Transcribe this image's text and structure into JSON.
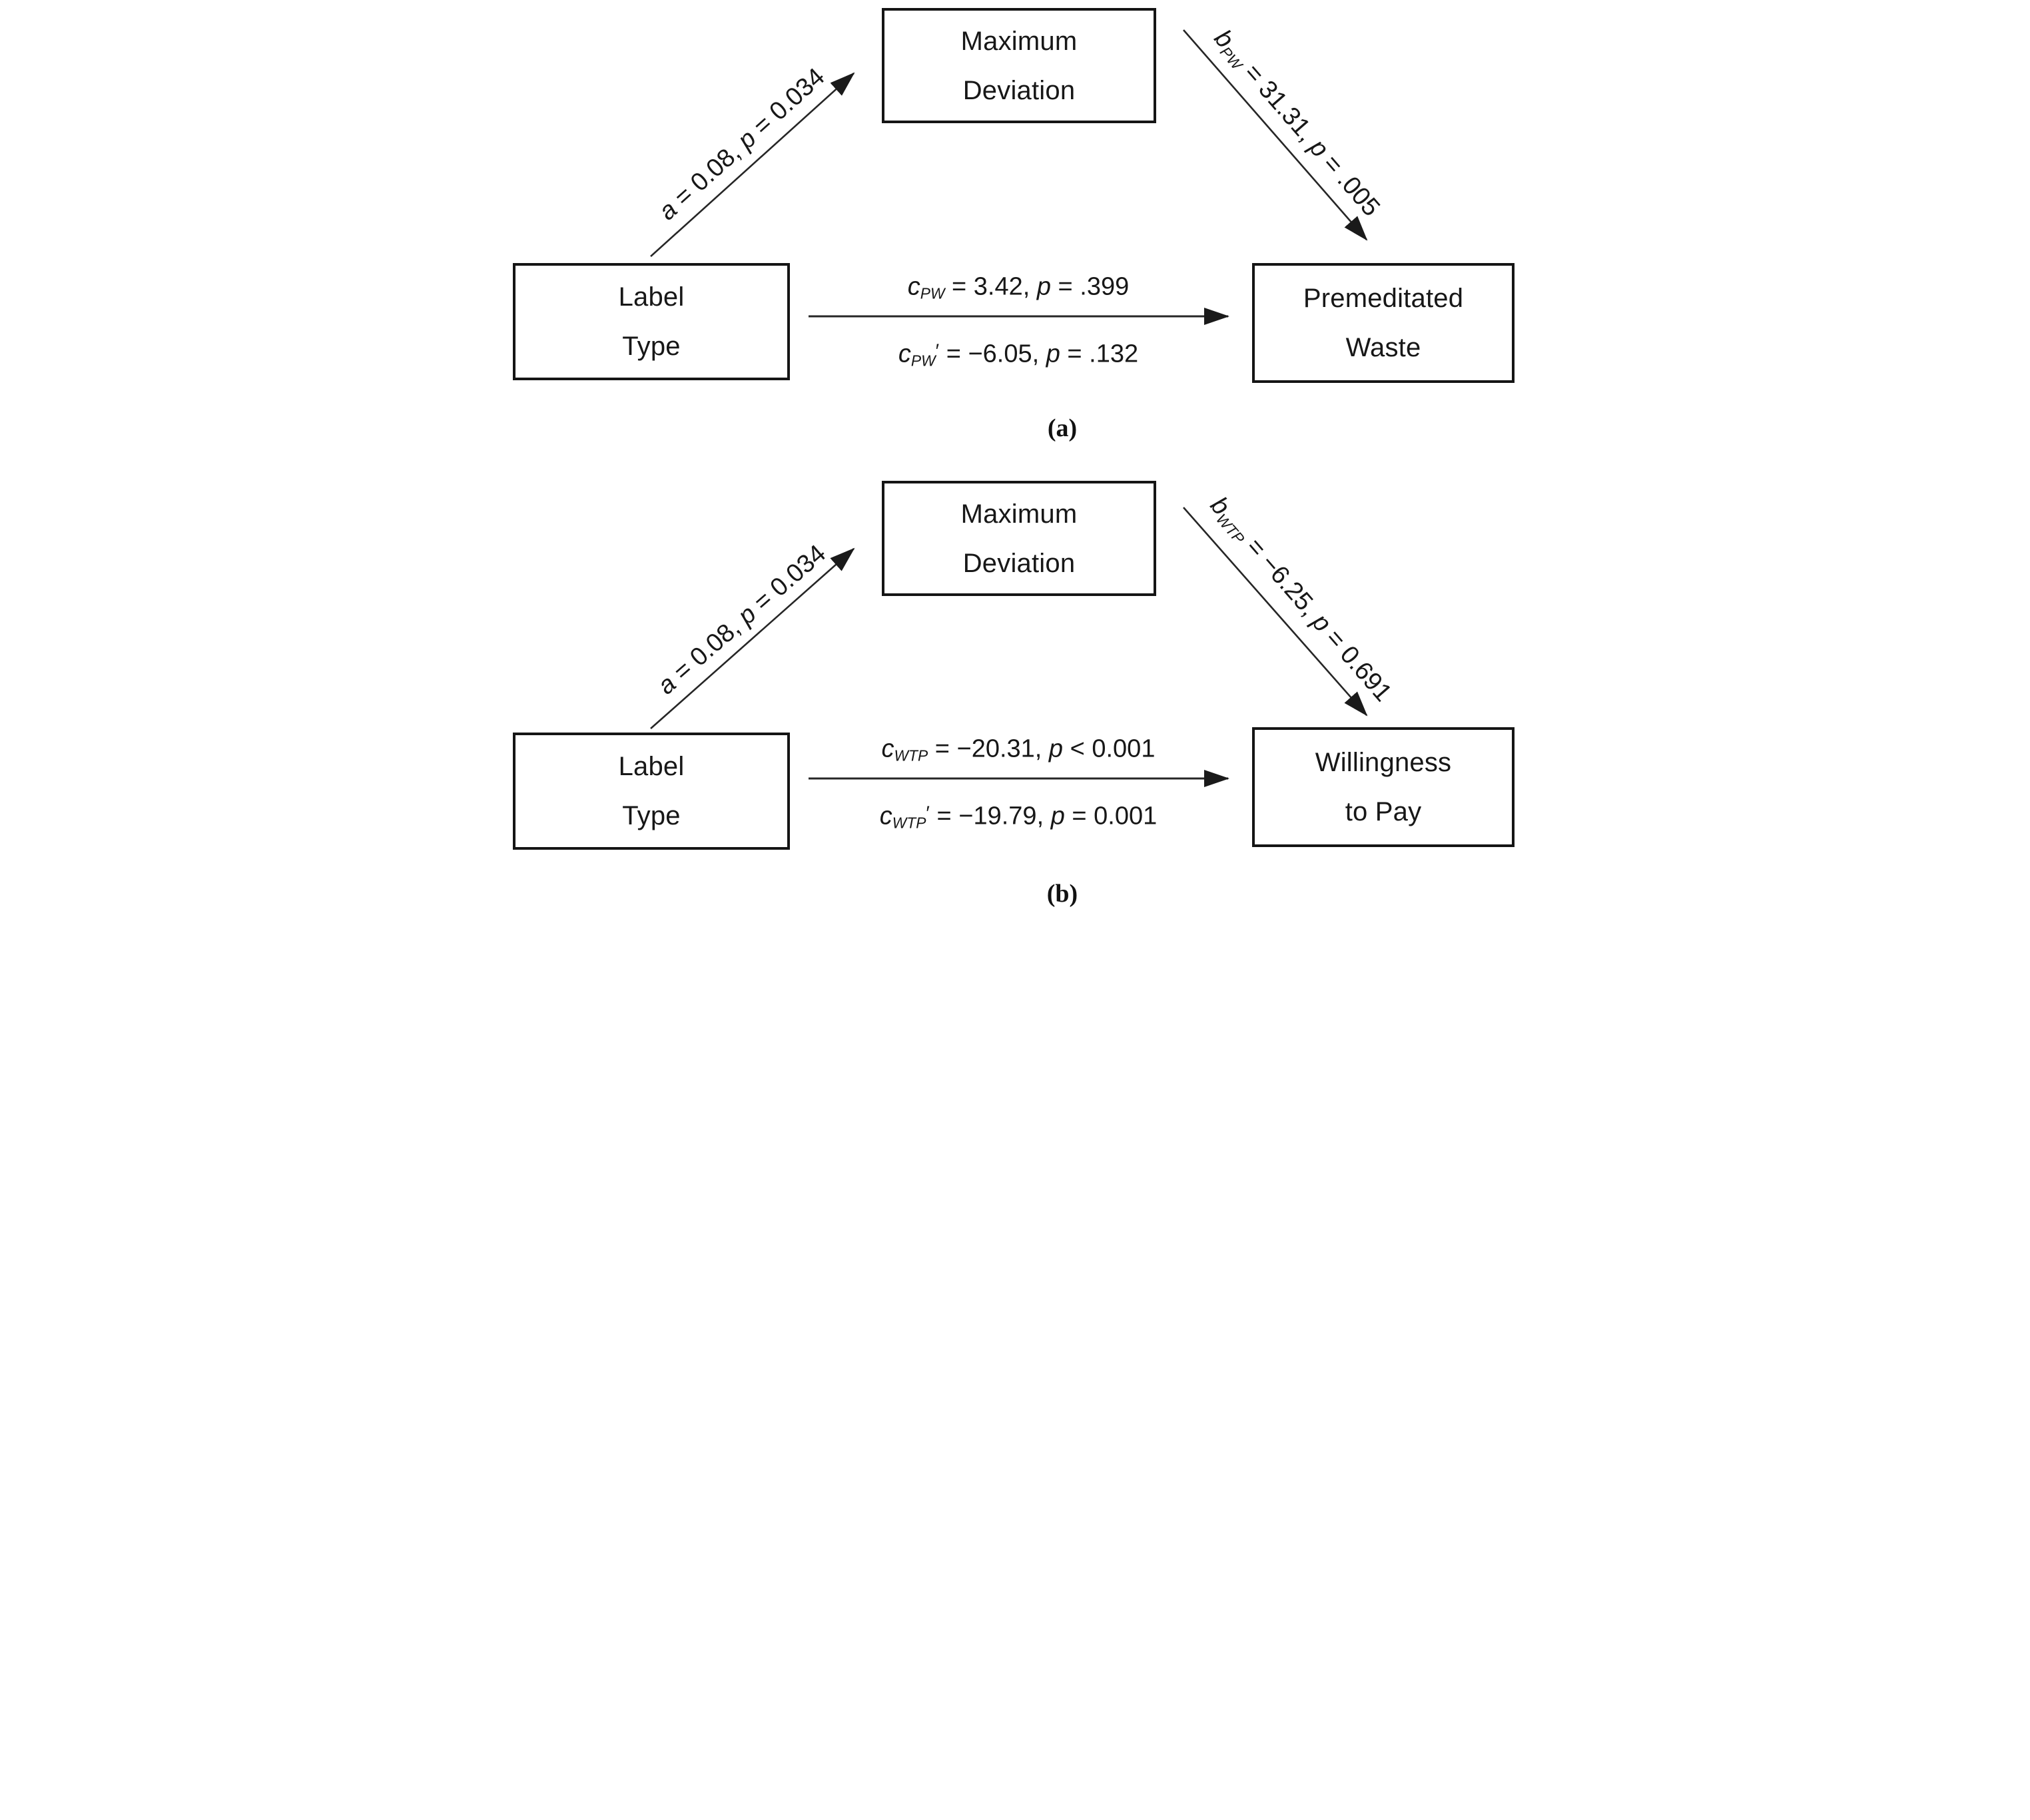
{
  "colors": {
    "ink": "#1a1a1a",
    "background": "#ffffff"
  },
  "figure": {
    "panels": [
      {
        "caption": "(a)",
        "predictor": {
          "line1": "Label",
          "line2": "Type"
        },
        "mediator": {
          "line1": "Maximum",
          "line2": "Deviation"
        },
        "outcome": {
          "line1": "Premeditated",
          "line2": "Waste"
        },
        "path_a": {
          "coef": "a",
          "sub": "",
          "prime": "",
          "rest": " = 0.08, ",
          "p": "p",
          "pval": " = 0.034"
        },
        "path_b": {
          "coef": "b",
          "sub": "PW",
          "prime": "",
          "rest": " = 31.31, ",
          "p": "p",
          "pval": " = .005"
        },
        "path_c": {
          "coef": "c",
          "sub": "PW",
          "prime": "",
          "rest": " = 3.42, ",
          "p": "p",
          "pval": " = .399"
        },
        "path_c_prime": {
          "coef": "c",
          "sub": "PW",
          "prime": "′",
          "rest": " = −6.05, ",
          "p": "p",
          "pval": " = .132"
        }
      },
      {
        "caption": "(b)",
        "predictor": {
          "line1": "Label",
          "line2": "Type"
        },
        "mediator": {
          "line1": "Maximum",
          "line2": "Deviation"
        },
        "outcome": {
          "line1": "Willingness",
          "line2": "to Pay"
        },
        "path_a": {
          "coef": "a",
          "sub": "",
          "prime": "",
          "rest": " = 0.08, ",
          "p": "p",
          "pval": " = 0.034"
        },
        "path_b": {
          "coef": "b",
          "sub": "WTP",
          "prime": "",
          "rest": " = −6.25, ",
          "p": "p",
          "pval": " = 0.691"
        },
        "path_c": {
          "coef": "c",
          "sub": "WTP",
          "prime": "",
          "rest": " = −20.31, ",
          "p": "p",
          "pval": " < 0.001"
        },
        "path_c_prime": {
          "coef": "c",
          "sub": "WTP",
          "prime": "′",
          "rest": " = −19.79, ",
          "p": "p",
          "pval": " = 0.001"
        }
      }
    ]
  }
}
